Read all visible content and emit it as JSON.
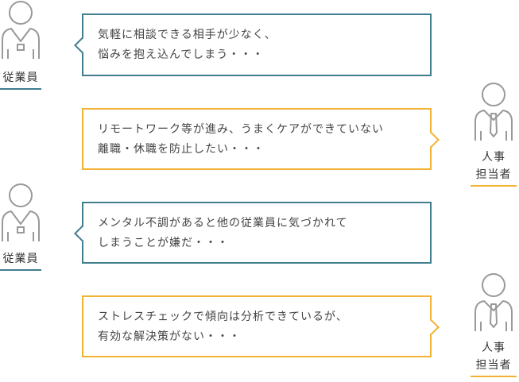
{
  "colors": {
    "employee": "#3f7d8f",
    "hr": "#f2b233",
    "icon_stroke": "#999999"
  },
  "rows": [
    {
      "speaker": "employee",
      "role_lines": [
        "従業員"
      ],
      "icon": "employee-person-icon",
      "text_lines": [
        "気軽に相談できる相手が少なく、",
        "悩みを抱え込んでしまう・・・"
      ]
    },
    {
      "speaker": "hr",
      "role_lines": [
        "人事",
        "担当者"
      ],
      "icon": "hr-person-icon",
      "text_lines": [
        "リモートワーク等が進み、うまくケアができていない",
        "離職・休職を防止したい・・・"
      ]
    },
    {
      "speaker": "employee",
      "role_lines": [
        "従業員"
      ],
      "icon": "employee-person-icon",
      "text_lines": [
        "メンタル不調があると他の従業員に気づかれて",
        "しまうことが嫌だ・・・"
      ]
    },
    {
      "speaker": "hr",
      "role_lines": [
        "人事",
        "担当者"
      ],
      "icon": "hr-person-icon",
      "text_lines": [
        "ストレスチェックで傾向は分析できているが、",
        "有効な解決策がない・・・"
      ]
    }
  ]
}
